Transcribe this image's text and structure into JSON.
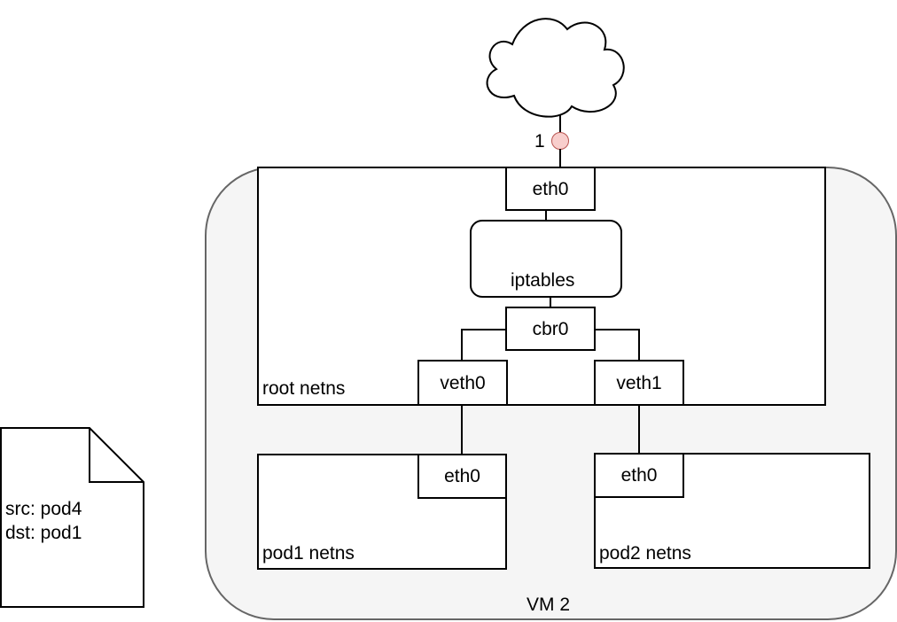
{
  "packet": {
    "lines": [
      "src: pod4",
      "dst: pod1"
    ]
  },
  "internet": {
    "marker_label": "1",
    "marker_color": "#f8cecc",
    "marker_stroke": "#b85450"
  },
  "vm": {
    "label": "VM 2",
    "fill": "#f5f5f5",
    "stroke": "#666666"
  },
  "root_netns": {
    "label": "root netns",
    "eth0": "eth0",
    "iptables": "iptables",
    "cbr0": "cbr0",
    "veth0": "veth0",
    "veth1": "veth1"
  },
  "pod1": {
    "label": "pod1 netns",
    "eth0": "eth0"
  },
  "pod2": {
    "label": "pod2 netns",
    "eth0": "eth0"
  }
}
